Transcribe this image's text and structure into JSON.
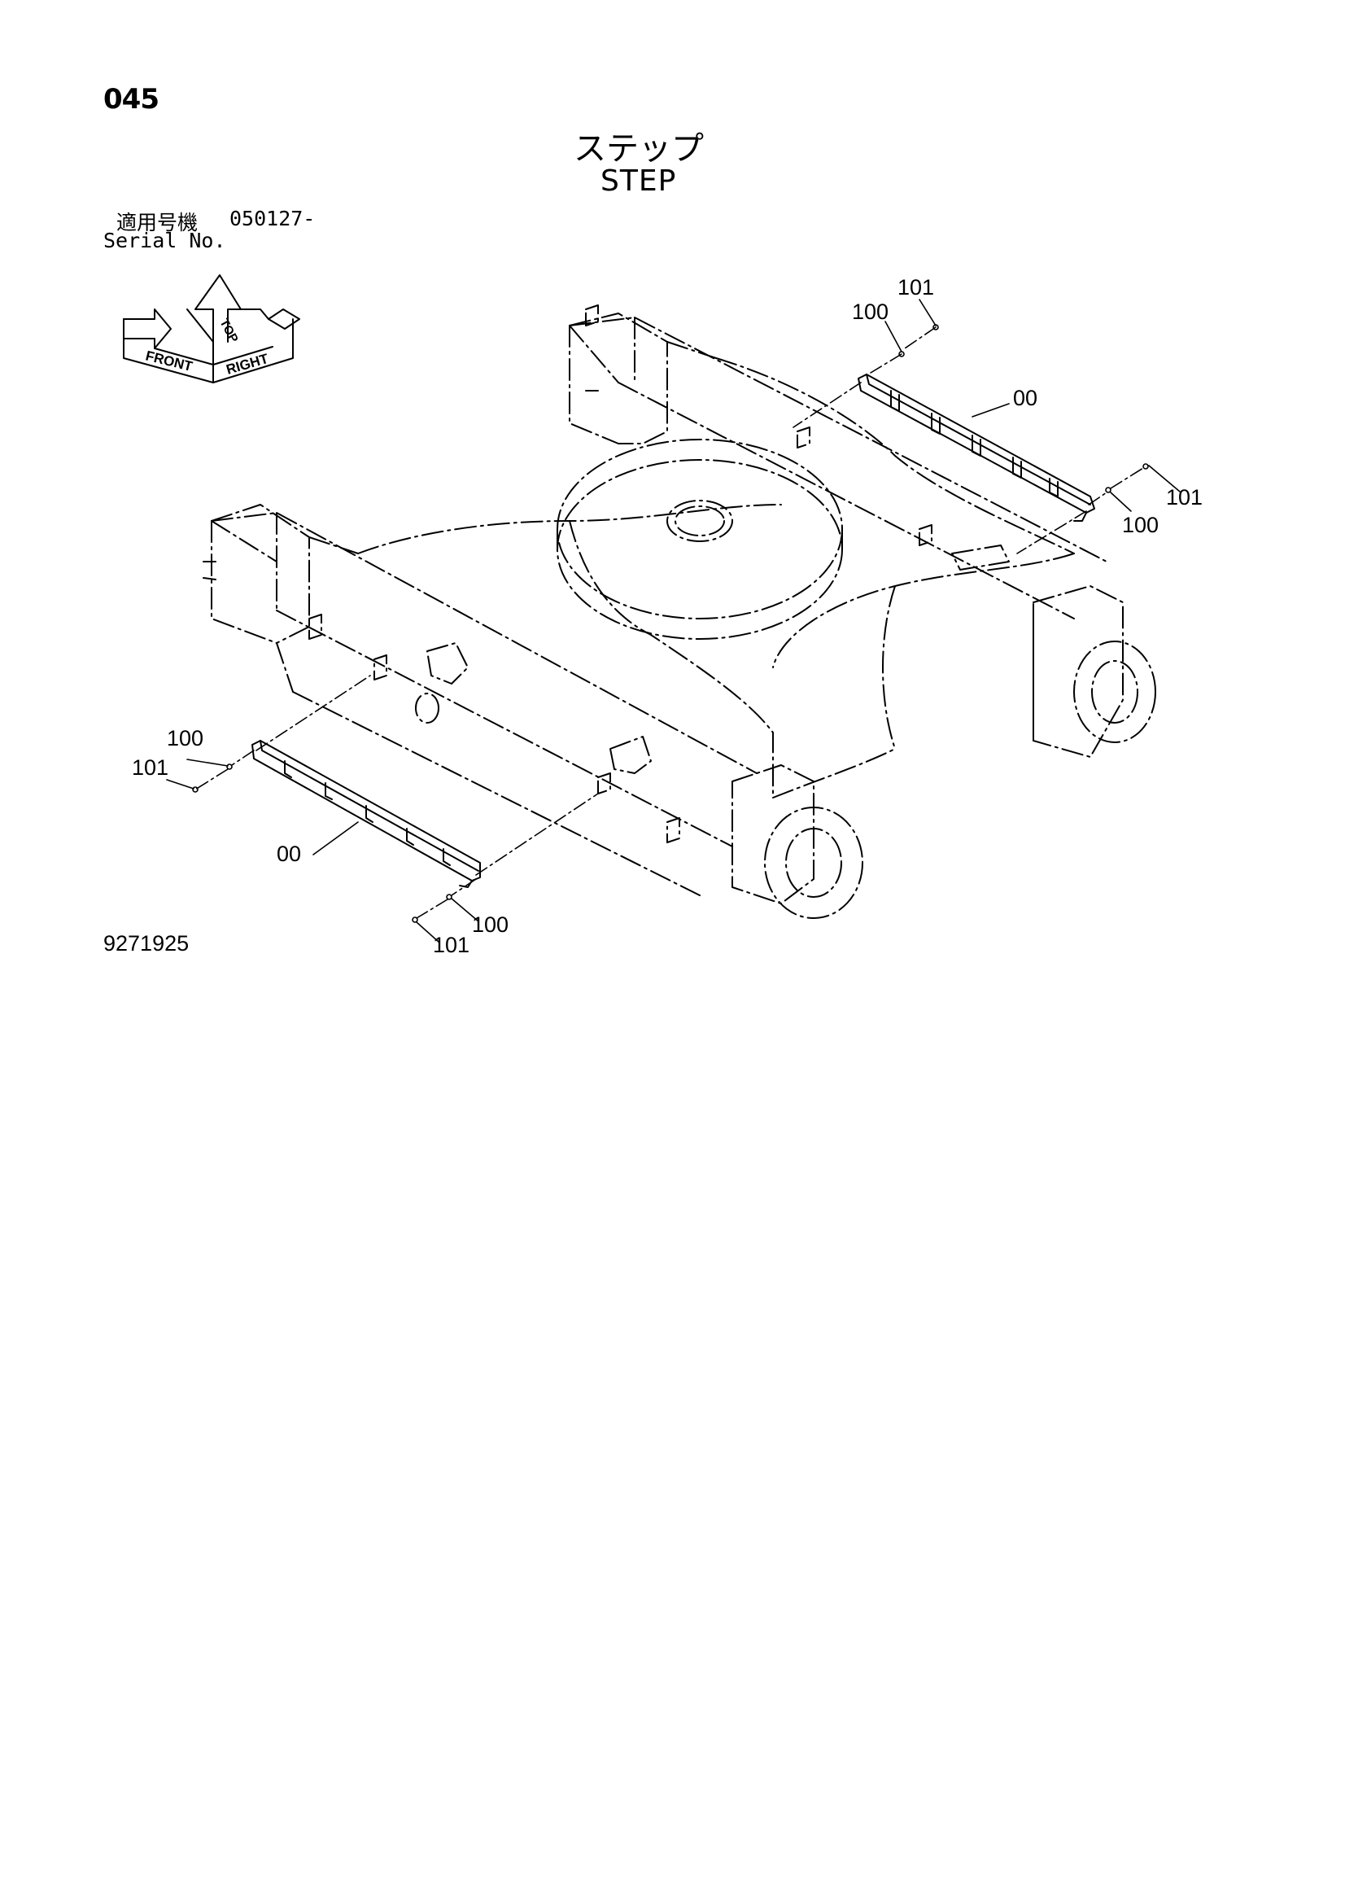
{
  "page_number": "045",
  "title": {
    "ja": "ステップ",
    "en": "STEP"
  },
  "serial": {
    "label_ja": "適用号機",
    "value": "050127-",
    "label_en": "Serial No."
  },
  "orientation": {
    "front": "FRONT",
    "top": "TOP",
    "right": "RIGHT"
  },
  "callouts": {
    "c1": "101",
    "c2": "100",
    "c3": "00",
    "c4": "101",
    "c5": "100",
    "c6": "100",
    "c7": "101",
    "c8": "00",
    "c9": "100",
    "c10": "101"
  },
  "drawing_number": "9271925"
}
